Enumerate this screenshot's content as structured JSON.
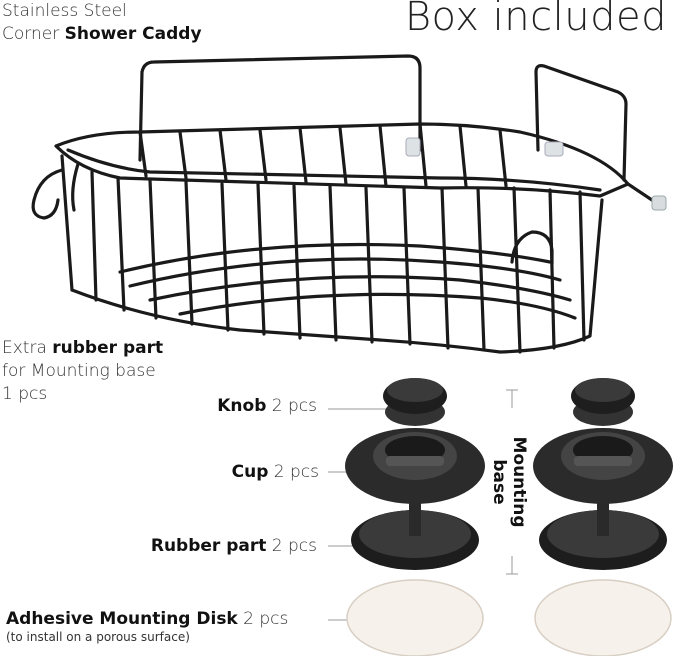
{
  "header": {
    "title_line1": "Stainless Steel",
    "title_line2_prefix": "Corner",
    "title_line2_bold": "Shower Caddy",
    "box_included": "Box included"
  },
  "extra": {
    "line1_prefix": "Extra",
    "line1_bold": "rubber part",
    "line2": "for Mounting base",
    "line3": "1 pcs"
  },
  "parts": {
    "knob_name": "Knob",
    "knob_qty": "2 pcs",
    "cup_name": "Cup",
    "cup_qty": "2 pcs",
    "rubber_name": "Rubber part",
    "rubber_qty": "2 pcs",
    "disk_name": "Adhesive Mounting Disk",
    "disk_qty": "2 pcs",
    "disk_note": "(to install on a porous surface)"
  },
  "mounting_base": {
    "line1": "Mounting",
    "line2": "base"
  },
  "colors": {
    "wire": "#1a1a1a",
    "label_gray": "#333333",
    "disk_fill": "#f6f1ea"
  }
}
